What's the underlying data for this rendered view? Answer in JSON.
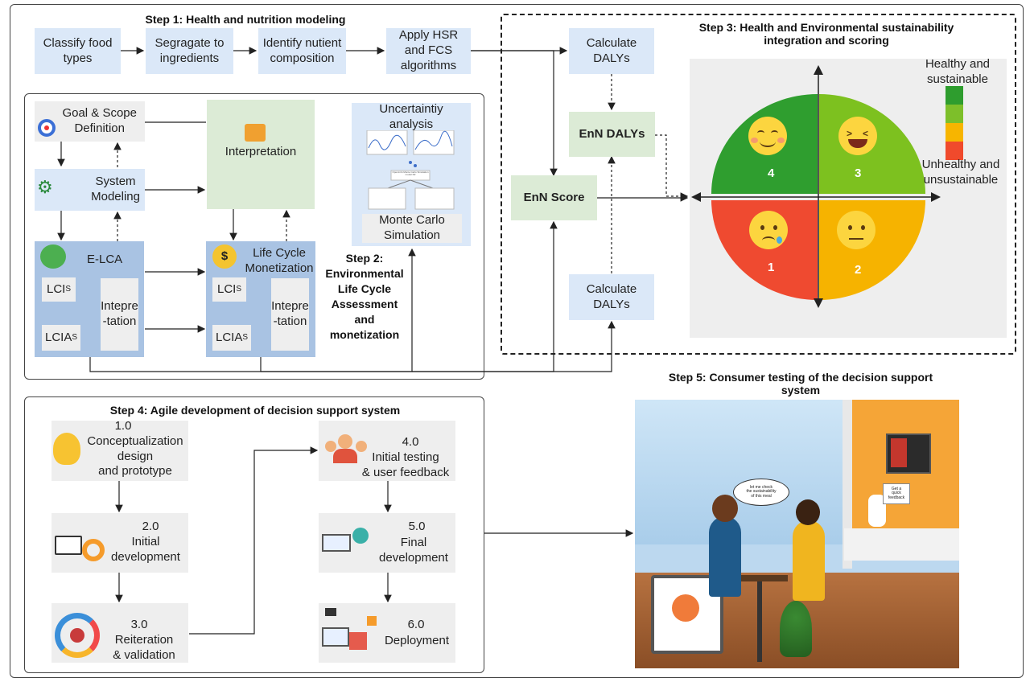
{
  "step1": {
    "title": "Step 1: Health and nutrition modeling",
    "boxes": [
      "Classify food\ntypes",
      "Segragate to\ningredients",
      "Identify nutient\ncomposition",
      "Apply HSR\nand FCS\nalgorithms"
    ]
  },
  "step2": {
    "title": "Step 2:\nEnvironmental\nLife Cycle\nAssessment\nand\nmonetization",
    "goal_scope": "Goal & Scope\nDefinition",
    "system_modeling": "System\nModeling",
    "interpretation": "Interpretation",
    "uncertainty": "Uncertaintiy\nanalysis",
    "monte_carlo": "Monte Carlo\nSimulation",
    "monte_carlo_chart_caption": "OpenLCA Monte Carlo Simulation model R2",
    "elca": "E-LCA",
    "lcm": "Life Cycle\nMonetization",
    "lci": "LCI",
    "lcia": "LCIA",
    "subscript": "S",
    "intepretation_short": "Intepre\n-tation"
  },
  "step3": {
    "title": "Step 3: Health and Environmental sustainability\nintegration and scoring",
    "calc_dalys_top": "Calculate\nDALYs",
    "enn_dalys": "EnN DALYs",
    "enn_score": "EnN Score",
    "calc_dalys_bottom": "Calculate\nDALYs",
    "legend_top": "Healthy and\nsustainable",
    "legend_bottom": "Unhealthy and\nunsustainable",
    "legend_colors": [
      "#2e9d2e",
      "#7dbf2a",
      "#f7b500",
      "#f04a2c"
    ],
    "quadrants": [
      {
        "label": "4",
        "color": "#2f9e2f"
      },
      {
        "label": "3",
        "color": "#7dc11f"
      },
      {
        "label": "1",
        "color": "#ef4a30"
      },
      {
        "label": "2",
        "color": "#f6b300"
      }
    ]
  },
  "step4": {
    "title": "Step 4: Agile development of decision support system",
    "items": [
      {
        "num": "1.0",
        "text": "Conceptualization\ndesign\nand prototype"
      },
      {
        "num": "2.0",
        "text": "Initial\ndevelopment"
      },
      {
        "num": "3.0",
        "text": "Reiteration\n& validation"
      },
      {
        "num": "4.0",
        "text": "Initial  testing\n& user feedback"
      },
      {
        "num": "5.0",
        "text": "Final\ndevelopment"
      },
      {
        "num": "6.0",
        "text": "Deployment"
      }
    ]
  },
  "step5": {
    "title": "Step 5: Consumer testing of the decision support\nsystem",
    "speech": "let me check\nthe sustainability\nof this meal",
    "sign": "Get a\nquick\nfeedback"
  }
}
